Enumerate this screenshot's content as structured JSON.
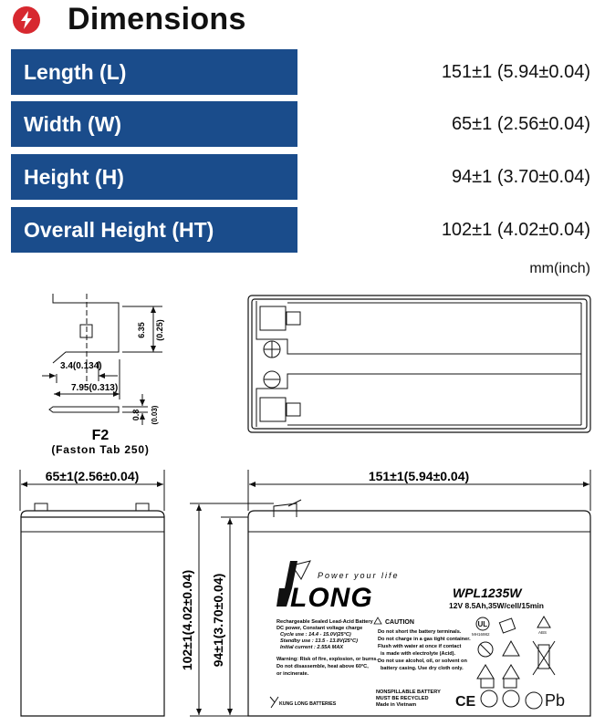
{
  "header": {
    "title": "Dimensions",
    "icon": "lightning-bolt-icon"
  },
  "rows": [
    {
      "label": "Length (L)",
      "value": "151±1 (5.94±0.04)"
    },
    {
      "label": "Width (W)",
      "value": "65±1 (2.56±0.04)"
    },
    {
      "label": "Height (H)",
      "value": "94±1 (3.70±0.04)"
    },
    {
      "label": "Overall Height (HT)",
      "value": "102±1 (4.02±0.04)"
    }
  ],
  "unit": "mm(inch)",
  "terminal": {
    "name": "F2",
    "subtitle": "(Faston Tab 250)",
    "dim_height": "6.35",
    "dim_height_in": "(0.25)",
    "dim_inner": "3.4(0.134)",
    "dim_outer": "7.95(0.313)",
    "dim_thick": "0.8",
    "dim_thick_in": "(0.03)"
  },
  "drawing_labels": {
    "width": "65±1(2.56±0.04)",
    "length": "151±1(5.94±0.04)",
    "overall_height": "102±1(4.02±0.04)",
    "height": "94±1(3.70±0.04)"
  },
  "battery": {
    "brand": "LONG",
    "slogan": "Power your life",
    "model": "WPL1235W",
    "spec": "12V 8.5Ah,35W/cell/15min",
    "desc1": "Rechargeable Sealed Lead-Acid Battery",
    "desc2": "DC power, Constant voltage charge",
    "cycle_use": "Cycle use      : 14.4 - 15.0V(25°C)",
    "standby_use": "Standby use    : 13.5 - 13.8V(25°C)",
    "initial_current": "Initial current : 2.55A MAX",
    "warning1": "Warning: Risk of fire, explosion, or burns.",
    "warning2": "Do not disassemble, heat above 60°C,",
    "warning3": "or incinerate.",
    "caution_title": "CAUTION",
    "caution1": "Do not short the battery terminals.",
    "caution2": "Do not charge in a gas tight container.",
    "caution3": "Flush with water at once if contact",
    "caution3b": "is made with electrolyte (Acid).",
    "caution4": "Do not use alcohol, oil, or solvent on",
    "caution4b": "battery casing. Use dry cloth only.",
    "maker": "KUNG LONG BATTERIES",
    "nonspill1": "NONSPILLABLE BATTERY",
    "nonspill2": "MUST BE RECYCLED",
    "made_in": "Made in Vietnam",
    "ul_code": "MH16982",
    "pb": "Pb",
    "abs": "ABS",
    "ce": "CE"
  }
}
